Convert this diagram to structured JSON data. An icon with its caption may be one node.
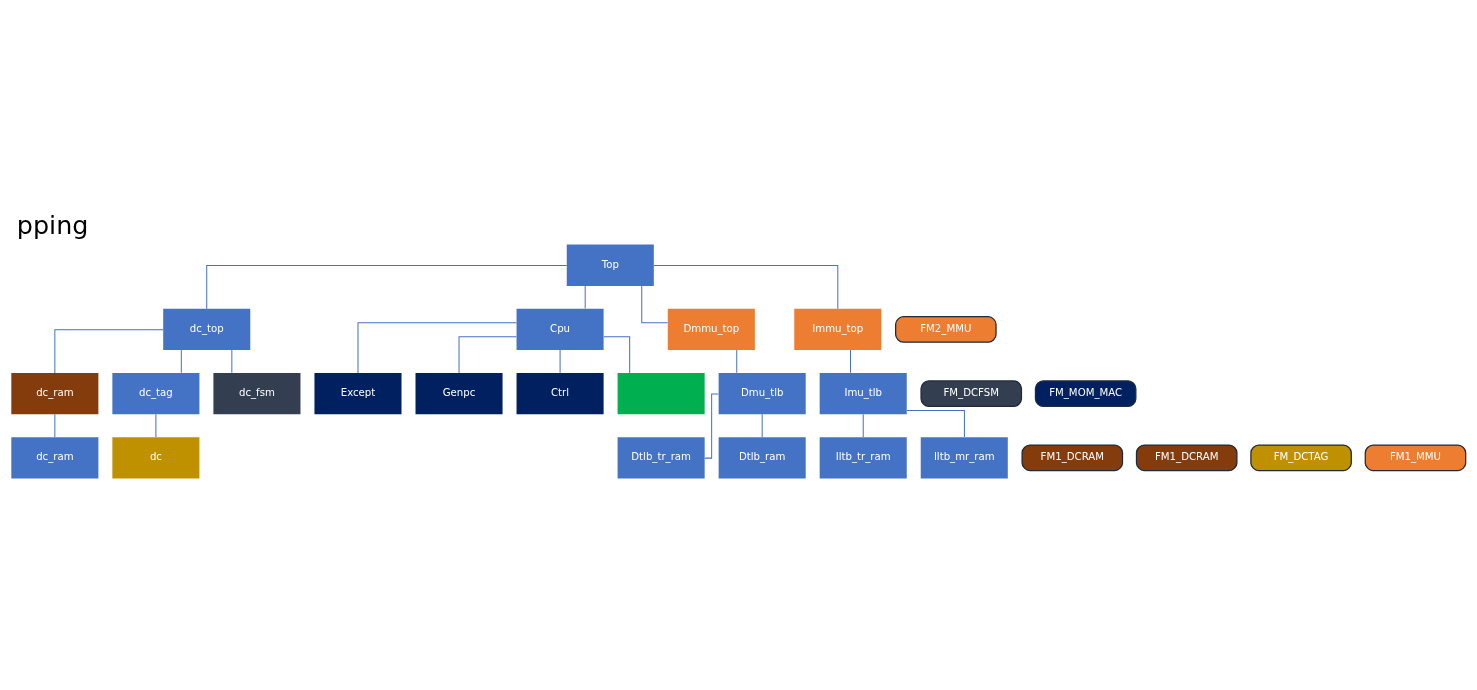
{
  "diagram": {
    "title": "pping",
    "nodes": [
      {
        "text": [
          "Top"
        ]
      },
      {
        "text": [
          "dc_top"
        ]
      },
      {
        "text": [
          "Cpu"
        ]
      },
      {
        "text": [
          "Dmmu_top"
        ]
      },
      {
        "text": [
          "Immu_top"
        ]
      },
      {
        "text": [
          "FM2_MMU"
        ]
      },
      {
        "text": [
          "dc_ram"
        ]
      },
      {
        "text": [
          "dc_tag"
        ]
      },
      {
        "text": [
          "dc_fsm"
        ]
      },
      {
        "text": [
          "FM_DCFSM"
        ]
      },
      {
        "text": [
          "Except"
        ]
      },
      {
        "text": [
          "Dmu_tlb"
        ]
      },
      {
        "text": [
          "Imu_tlb"
        ]
      },
      {
        "text": [
          "FM1_DCRAM"
        ]
      },
      {
        "text": [
          "dc_ram"
        ]
      },
      {
        "text": [
          "FM1_DCRAM"
        ]
      },
      {
        "text": [
          "dc"
        ]
      },
      {
        "text": [
          "FM_DCTAG"
        ]
      },
      {
        "text": [
          "Genpc"
        ]
      },
      {
        "text": [
          "Dtlb_tr_ram"
        ]
      },
      {
        "text": [
          "Iltb_tr_ram"
        ]
      },
      {
        "text": [
          "FM1_MMU"
        ]
      },
      {
        "text": [
          "FM_MOM_MAC"
        ]
      },
      {
        "text": [
          "Ctrl"
        ]
      },
      {
        "text": [
          "Dtlb_ram"
        ]
      },
      {
        "text": [
          "Iltb_mr_ram"
        ]
      },
      {
        "text": [],
        "shape": "box"
      }
    ],
    "edges": [
      {
        "from": 0,
        "to": 1,
        "arrow": "none"
      },
      {
        "from": 0,
        "to": 2,
        "arrow": "none"
      },
      {
        "from": 0,
        "to": 3,
        "arrow": "none"
      },
      {
        "from": 0,
        "to": 4,
        "arrow": "none"
      },
      {
        "from": 1,
        "to": 6,
        "arrow": "none"
      },
      {
        "from": 1,
        "to": 7,
        "arrow": "none"
      },
      {
        "from": 1,
        "to": 8,
        "arrow": "none"
      },
      {
        "from": 2,
        "to": 10,
        "arrow": "none"
      },
      {
        "from": 3,
        "to": 11,
        "arrow": "none"
      },
      {
        "from": 4,
        "to": 12,
        "arrow": "none"
      },
      {
        "from": 6,
        "to": 14,
        "arrow": "none"
      },
      {
        "from": 7,
        "to": 16,
        "arrow": "none"
      },
      {
        "from": 2,
        "to": 18,
        "arrow": "none"
      },
      {
        "from": 11,
        "to": 19,
        "arrow": "none"
      },
      {
        "from": 12,
        "to": 20,
        "arrow": "none"
      },
      {
        "from": 2,
        "to": 23,
        "arrow": "none"
      },
      {
        "from": 11,
        "to": 24,
        "arrow": "none"
      },
      {
        "from": 12,
        "to": 25,
        "arrow": "none"
      },
      {
        "from": 2,
        "to": 26,
        "arrow": "none"
      }
    ]
  }
}
